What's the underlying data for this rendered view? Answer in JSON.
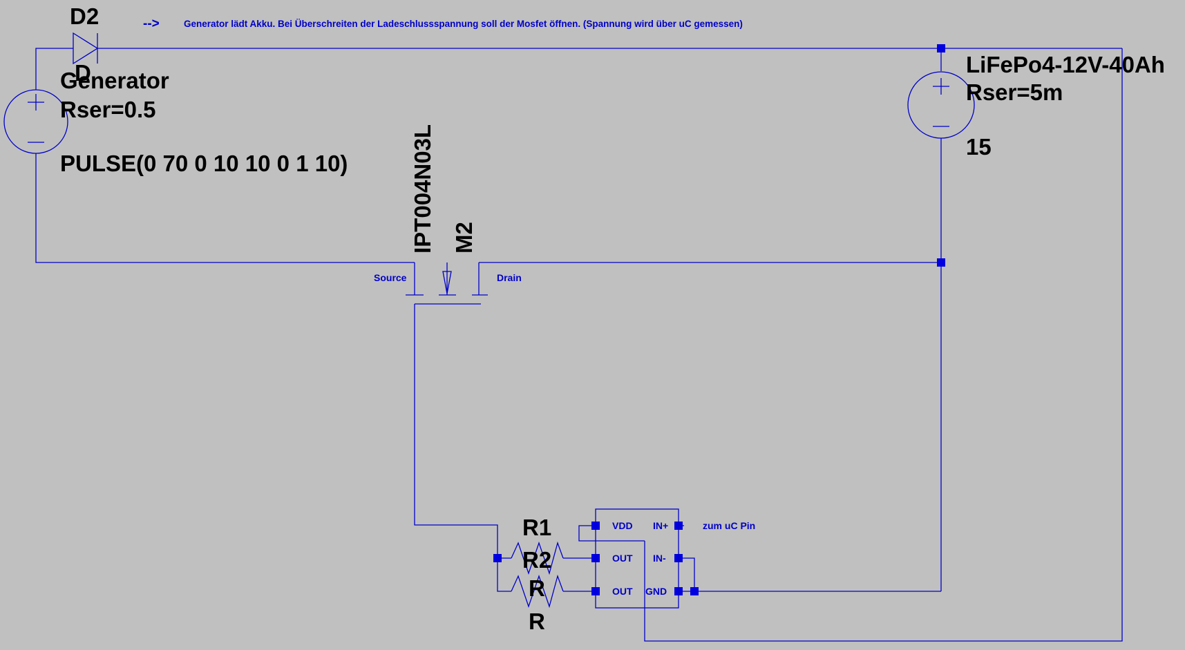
{
  "note": {
    "arrow": "-->",
    "text": "Generator lädt Akku. Bei Überschreiten der Ladeschlussspannung soll der Mosfet öffnen. (Spannung wird über uC gemessen)"
  },
  "diode": {
    "name": "D2",
    "value": "D"
  },
  "generator": {
    "name": "Generator",
    "rser": "Rser=0.5",
    "waveform": "PULSE(0 70 0 10 10 0 1 10)"
  },
  "battery": {
    "name": "LiFePo4-12V-40Ah",
    "rser": "Rser=5m",
    "value": "15"
  },
  "mosfet": {
    "model": "IPT004N03L",
    "name": "M2",
    "source_label": "Source",
    "drain_label": "Drain"
  },
  "resistors": [
    {
      "name": "R1",
      "value": "R"
    },
    {
      "name": "R2",
      "value": "R"
    }
  ],
  "ic": {
    "pins_left": [
      "VDD",
      "OUT",
      "OUT"
    ],
    "pins_right": [
      "IN+",
      "IN-",
      "GND"
    ],
    "net_label": "zum uC Pin"
  },
  "colors": {
    "background": "#c0c0c0",
    "wire": "#0000c8",
    "text": "#000000"
  }
}
